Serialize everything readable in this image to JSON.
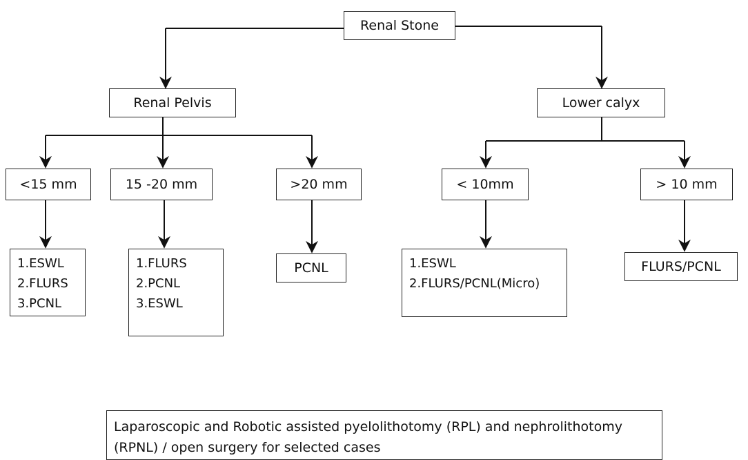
{
  "root": "Renal Stone",
  "branches": {
    "renal_pelvis": {
      "label": "Renal Pelvis",
      "size_1": {
        "label": "<15 mm",
        "items": [
          "1.ESWL",
          "2.FLURS",
          "3.PCNL"
        ]
      },
      "size_2": {
        "label": "15 -20 mm",
        "items": [
          "1.FLURS",
          "2.PCNL",
          "3.ESWL"
        ]
      },
      "size_3": {
        "label": ">20 mm",
        "result": "PCNL"
      }
    },
    "lower_calyx": {
      "label": "Lower calyx",
      "size_1": {
        "label": "< 10mm",
        "items": [
          "1.ESWL",
          "2.FLURS/PCNL(Micro)"
        ]
      },
      "size_2": {
        "label": "> 10 mm",
        "result": "FLURS/PCNL"
      }
    }
  },
  "footnote": {
    "line1": "Laparoscopic and Robotic assisted pyelolithotomy (RPL) and nephrolithotomy",
    "line2": "(RPNL) / open surgery for selected cases"
  }
}
